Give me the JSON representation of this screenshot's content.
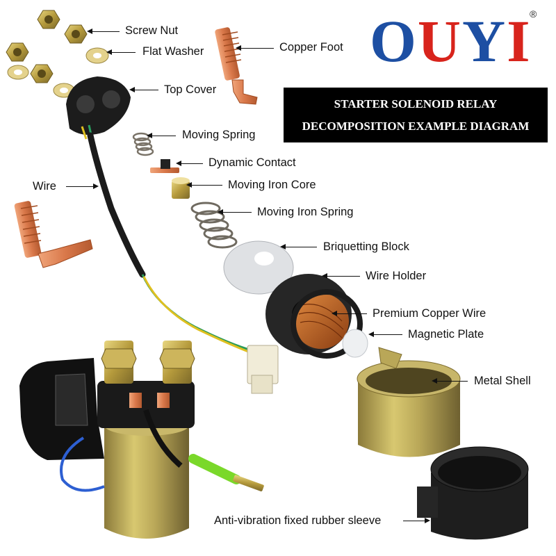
{
  "brand": {
    "logo_letters": [
      "O",
      "U",
      "Y",
      "I"
    ],
    "registered_mark": "®",
    "colors": {
      "blue": "#1d4fa3",
      "red": "#d8241c"
    }
  },
  "banner": {
    "line1": "STARTER SOLENOID RELAY",
    "line2": "DECOMPOSITION EXAMPLE DIAGRAM"
  },
  "labels": {
    "screw_nut": "Screw Nut",
    "flat_washer": "Flat Washer",
    "copper_foot": "Copper Foot",
    "top_cover": "Top Cover",
    "moving_spring": "Moving Spring",
    "dynamic_contact": "Dynamic Contact",
    "wire": "Wire",
    "moving_iron_core": "Moving Iron Core",
    "moving_iron_spring": "Moving Iron Spring",
    "briquetting_block": "Briquetting Block",
    "wire_holder": "Wire Holder",
    "premium_copper_wire": "Premium Copper Wire",
    "magnetic_plate": "Magnetic Plate",
    "metal_shell": "Metal Shell",
    "rubber_sleeve": "Anti-vibration fixed rubber sleeve"
  }
}
